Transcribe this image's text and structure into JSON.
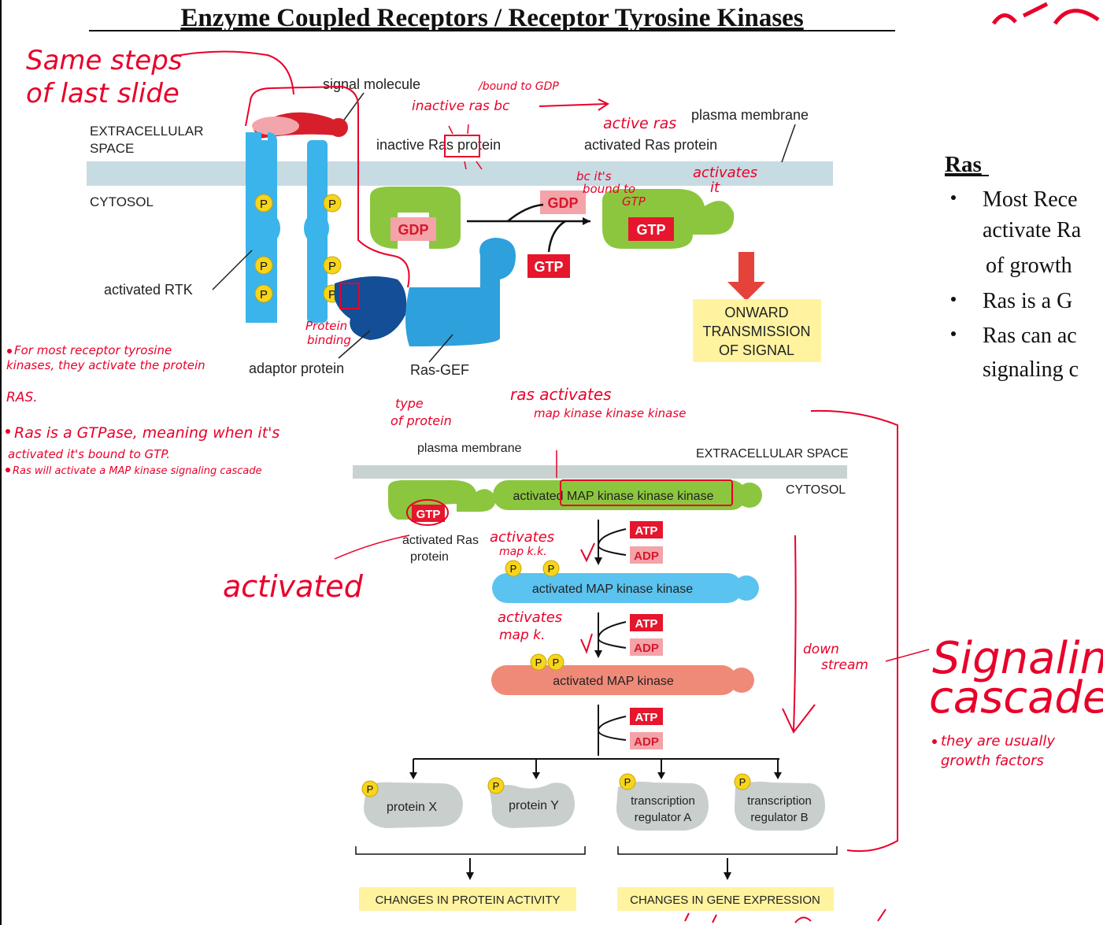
{
  "slide": {
    "title": "Enzyme Coupled Receptors / Receptor Tyrosine Kinases",
    "side_heading": "Ras",
    "bullets": [
      "Most Rece",
      "activate Ra",
      "of growth",
      "Ras is a G",
      "Ras can ac",
      "signaling c"
    ]
  },
  "colors": {
    "annotation": "#e8002a",
    "receptor_blue": "#3ab4ea",
    "ras_green": "#8cc63f",
    "membrane": "#c7dbe3",
    "label_red": "#e5162d",
    "label_pink": "#f4a3a8",
    "output_yellow": "#fff3a0",
    "kinase_pink": "#f08a78",
    "target_gray": "#c9cfcd",
    "phosphate_yellow": "#f7d51d"
  },
  "top_diagram": {
    "signal_molecule": "signal molecule",
    "extracellular_1": "EXTRACELLULAR",
    "extracellular_2": "SPACE",
    "cytosol": "CYTOSOL",
    "plasma_membrane": "plasma membrane",
    "inactive_ras": "inactive Ras protein",
    "activated_ras": "activated Ras protein",
    "activated_rtk": "activated RTK",
    "adaptor_protein": "adaptor protein",
    "ras_gef": "Ras-GEF",
    "gdp": "GDP",
    "gtp": "GTP",
    "phosphate": "P",
    "onward_1": "ONWARD",
    "onward_2": "TRANSMISSION",
    "onward_3": "OF SIGNAL"
  },
  "bottom_diagram": {
    "plasma_membrane": "plasma membrane",
    "extracellular": "EXTRACELLULAR SPACE",
    "cytosol": "CYTOSOL",
    "mapkkk": "activated MAP kinase kinase kinase",
    "mapkk": "activated MAP kinase kinase",
    "mapk": "activated MAP kinase",
    "gtp": "GTP",
    "activated_ras_1": "activated Ras",
    "activated_ras_2": "protein",
    "atp": "ATP",
    "adp": "ADP",
    "phosphate": "P",
    "protein_x": "protein X",
    "protein_y": "protein Y",
    "reg_a_1": "transcription",
    "reg_a_2": "regulator A",
    "reg_b_1": "transcription",
    "reg_b_2": "regulator B",
    "changes_protein": "CHANGES IN PROTEIN ACTIVITY",
    "changes_gene": "CHANGES IN GENE EXPRESSION"
  },
  "annotations": {
    "same_steps_1": "Same steps",
    "same_steps_2": "of last slide",
    "inactive_note_1": "inactive ras bc",
    "inactive_note_2": "/bound to GDP",
    "active_ras": "active ras",
    "bc_bound_1": "bc it's",
    "bc_bound_2": "bound to",
    "bc_bound_3": "GTP",
    "activates_it_1": "activates",
    "activates_it_2": "it",
    "protein_binding_1": "Protein",
    "protein_binding_2": "binding",
    "type_of_protein_1": "type",
    "type_of_protein_2": "of protein",
    "note1_1": "For most receptor tyrosine",
    "note1_2": "kinases, they activate the protein",
    "note1_3": "RAS.",
    "note2_1": "Ras is a GTPase, meaning when it's",
    "note2_2": "activated it's bound to GTP.",
    "note3": "Ras will activate a MAP kinase signaling cascade",
    "ras_activates_1": "ras activates",
    "ras_activates_2": "map kinase kinase kinase",
    "activated": "activated",
    "activates_mapkk_1": "activates",
    "activates_mapkk_2": "map k.k.",
    "activates_mapk_1": "activates",
    "activates_mapk_2": "map k.",
    "down_stream_1": "down",
    "down_stream_2": "stream",
    "signaling_1": "Signaling",
    "signaling_2": "cascade",
    "growth_1": "they are usually",
    "growth_2": "growth factors"
  }
}
